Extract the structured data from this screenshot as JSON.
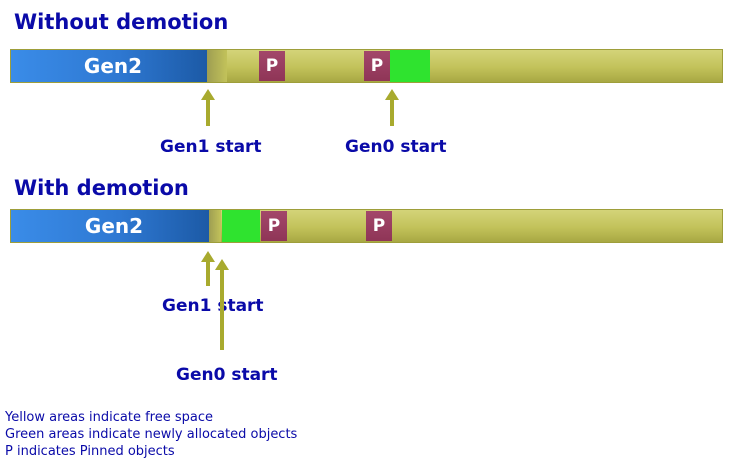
{
  "diagram": {
    "without": {
      "title": "Without demotion",
      "gen2_label": "Gen2",
      "pinned_label": "P",
      "gen1_start_label": "Gen1 start",
      "gen0_start_label": "Gen0 start"
    },
    "with": {
      "title": "With demotion",
      "gen2_label": "Gen2",
      "pinned_label": "P",
      "gen1_start_label": "Gen1 start",
      "gen0_start_label": "Gen0 start"
    },
    "legend": [
      "Yellow areas indicate free space",
      "Green areas indicate newly allocated objects",
      "P indicates Pinned objects"
    ],
    "colors": {
      "title": "#0a0aa8",
      "gen2": "#2e78d2",
      "free_space": "#c2c25a",
      "new_objects": "#2fe32f",
      "pinned": "#963a5c",
      "arrow": "#a8aa2e"
    }
  }
}
